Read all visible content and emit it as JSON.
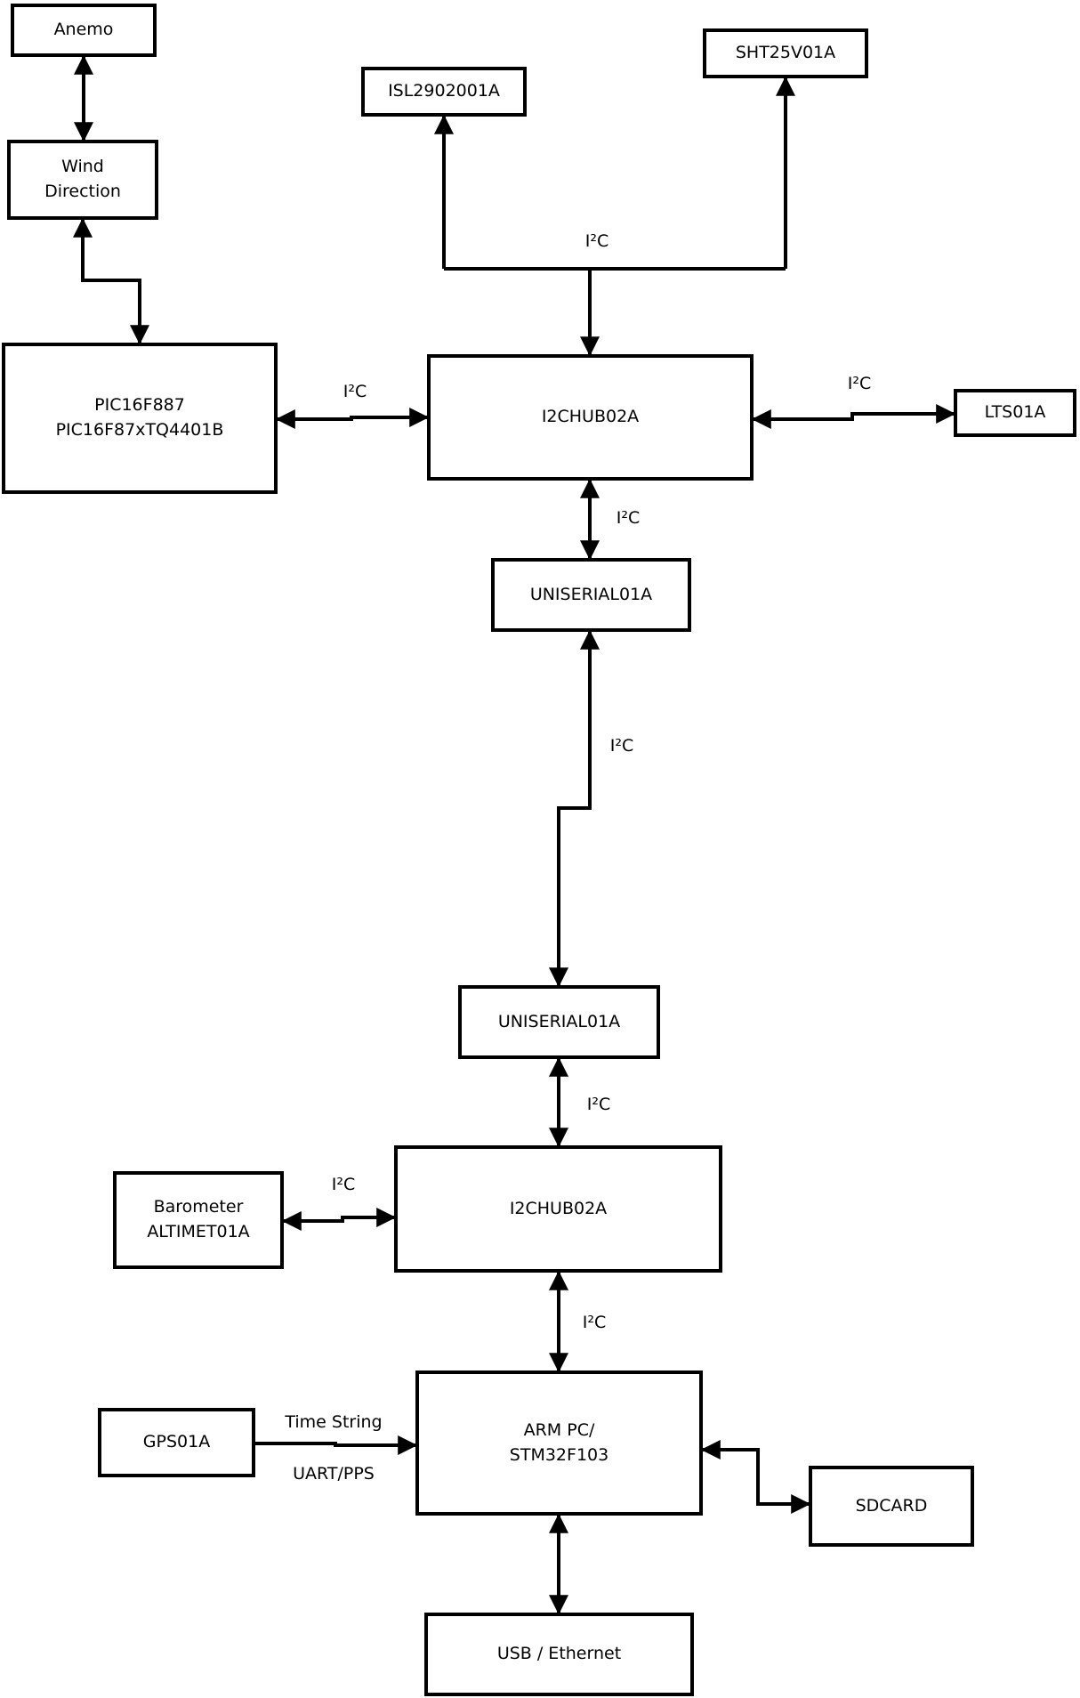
{
  "diagram": {
    "labels": {
      "i2c": "I²C",
      "time_string": "Time String",
      "uart_pps": "UART/PPS"
    },
    "nodes": {
      "anemo": {
        "label": "Anemo"
      },
      "wind_direction": {
        "label": "Wind\nDirection"
      },
      "pic": {
        "label": "PIC16F887\nPIC16F87xTQ4401B"
      },
      "i2chub_top": {
        "label": "I2CHUB02A"
      },
      "isl": {
        "label": "ISL2902001A"
      },
      "sht": {
        "label": "SHT25V01A"
      },
      "lts": {
        "label": "LTS01A"
      },
      "uniserial_upper": {
        "label": "UNISERIAL01A"
      },
      "uniserial_lower": {
        "label": "UNISERIAL01A"
      },
      "i2chub_bottom": {
        "label": "I2CHUB02A"
      },
      "barometer": {
        "label": "Barometer\nALTIMET01A"
      },
      "arm": {
        "label": "ARM PC/\nSTM32F103"
      },
      "gps": {
        "label": "GPS01A"
      },
      "sdcard": {
        "label": "SDCARD"
      },
      "usb": {
        "label": "USB / Ethernet"
      }
    },
    "edges": [
      {
        "from": "Anemo",
        "to": "Wind Direction",
        "type": "bidirectional",
        "label": ""
      },
      {
        "from": "Wind Direction",
        "to": "PIC16F887 PIC16F87xTQ4401B",
        "type": "bidirectional",
        "label": ""
      },
      {
        "from": "PIC16F887 PIC16F87xTQ4401B",
        "to": "I2CHUB02A (top)",
        "type": "bidirectional",
        "label": "I²C"
      },
      {
        "from": "I2CHUB02A (top)",
        "to": "ISL2902001A",
        "type": "directed",
        "label": "I²C"
      },
      {
        "from": "I2CHUB02A (top)",
        "to": "SHT25V01A",
        "type": "directed",
        "label": "I²C"
      },
      {
        "from": "I2CHUB02A (top)",
        "to": "LTS01A",
        "type": "bidirectional",
        "label": "I²C"
      },
      {
        "from": "I2CHUB02A (top)",
        "to": "UNISERIAL01A (upper)",
        "type": "bidirectional",
        "label": "I²C"
      },
      {
        "from": "UNISERIAL01A (upper)",
        "to": "UNISERIAL01A (lower)",
        "type": "bidirectional",
        "label": "I²C"
      },
      {
        "from": "UNISERIAL01A (lower)",
        "to": "I2CHUB02A (bottom)",
        "type": "bidirectional",
        "label": "I²C"
      },
      {
        "from": "I2CHUB02A (bottom)",
        "to": "Barometer ALTIMET01A",
        "type": "bidirectional",
        "label": "I²C"
      },
      {
        "from": "I2CHUB02A (bottom)",
        "to": "ARM PC/STM32F103",
        "type": "bidirectional",
        "label": "I²C"
      },
      {
        "from": "GPS01A",
        "to": "ARM PC/STM32F103",
        "type": "directed",
        "label": "Time String UART/PPS"
      },
      {
        "from": "ARM PC/STM32F103",
        "to": "SDCARD",
        "type": "bidirectional",
        "label": ""
      },
      {
        "from": "ARM PC/STM32F103",
        "to": "USB / Ethernet",
        "type": "bidirectional",
        "label": ""
      }
    ]
  }
}
